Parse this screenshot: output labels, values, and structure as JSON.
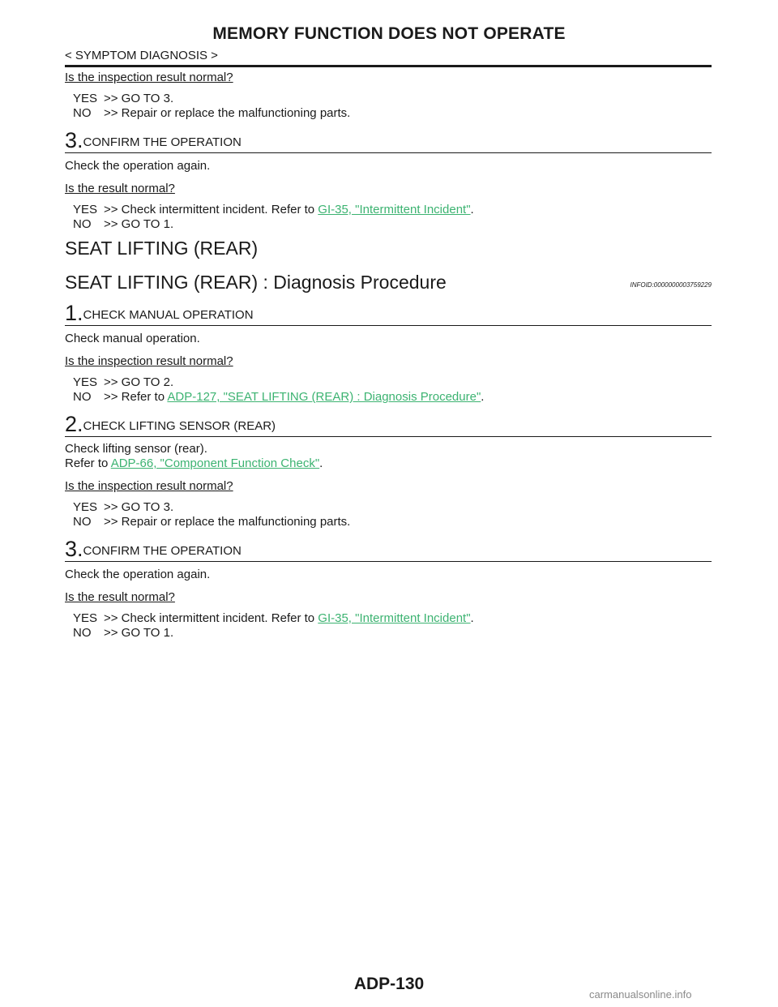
{
  "header": {
    "title": "MEMORY FUNCTION DOES NOT OPERATE",
    "breadcrumb": "< SYMPTOM DIAGNOSIS >"
  },
  "top": {
    "q1": "Is the inspection result normal?",
    "yes1_key": "YES",
    "yes1_text": ">> GO TO 3.",
    "no1_key": "NO",
    "no1_text": ">> Repair or replace the malfunctioning parts.",
    "step3_num": "3.",
    "step3_title": "CONFIRM THE OPERATION",
    "step3_text": "Check the operation again.",
    "q2": "Is the result normal?",
    "yes2_key": "YES",
    "yes2_text": ">> Check intermittent incident. Refer to ",
    "yes2_link": "GI-35, \"Intermittent Incident\"",
    "yes2_end": ".",
    "no2_key": "NO",
    "no2_text": ">> GO TO 1."
  },
  "section": {
    "title": "SEAT LIFTING (REAR)",
    "procedure_title": "SEAT LIFTING (REAR) : Diagnosis Procedure",
    "infoid": "INFOID:0000000003759229"
  },
  "steps": {
    "s1_num": "1.",
    "s1_title": "CHECK MANUAL OPERATION",
    "s1_text": "Check manual operation.",
    "s1_q": "Is the inspection result normal?",
    "s1_yes_key": "YES",
    "s1_yes_text": ">> GO TO 2.",
    "s1_no_key": "NO",
    "s1_no_text": ">> Refer to ",
    "s1_no_link": "ADP-127, \"SEAT LIFTING (REAR) : Diagnosis Procedure\"",
    "s1_no_end": ".",
    "s2_num": "2.",
    "s2_title": "CHECK LIFTING SENSOR (REAR)",
    "s2_text": "Check lifting sensor (rear).",
    "s2_ref": "Refer to ",
    "s2_link": "ADP-66, \"Component Function Check\"",
    "s2_end": ".",
    "s2_q": "Is the inspection result normal?",
    "s2_yes_key": "YES",
    "s2_yes_text": ">> GO TO 3.",
    "s2_no_key": "NO",
    "s2_no_text": ">> Repair or replace the malfunctioning parts.",
    "s3_num": "3.",
    "s3_title": "CONFIRM THE OPERATION",
    "s3_text": "Check the operation again.",
    "s3_q": "Is the result normal?",
    "s3_yes_key": "YES",
    "s3_yes_text": ">> Check intermittent incident. Refer to ",
    "s3_yes_link": "GI-35, \"Intermittent Incident\"",
    "s3_yes_end": ".",
    "s3_no_key": "NO",
    "s3_no_text": ">> GO TO 1."
  },
  "footer": {
    "page_number": "ADP-130",
    "watermark": "carmanualsonline.info"
  },
  "colors": {
    "link": "#3cb371",
    "text": "#1a1a1a"
  }
}
